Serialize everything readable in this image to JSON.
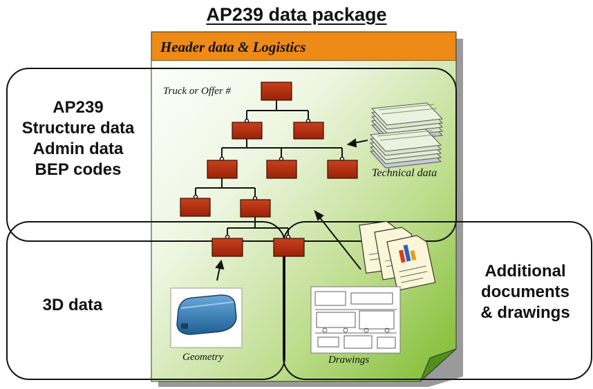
{
  "title": "AP239 data package",
  "header": {
    "label": "Header data & Logistics"
  },
  "regions": {
    "structure": [
      "AP239",
      "Structure data",
      "Admin data",
      "BEP codes"
    ],
    "three_d": "3D data",
    "additional": [
      "Additional",
      "documents",
      "& drawings"
    ]
  },
  "labels": {
    "truck": "Truck or Offer #",
    "technical": "Technical data",
    "geometry": "Geometry",
    "drawings": "Drawings"
  },
  "colors": {
    "header_orange": "#ee8a16",
    "node_red": "#b42d10",
    "green_fill": "#8ec63f"
  }
}
